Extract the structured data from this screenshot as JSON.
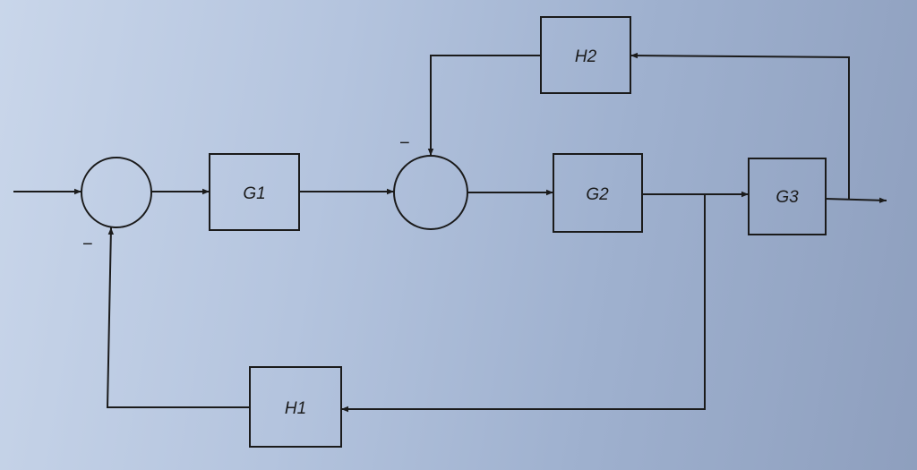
{
  "blocks": {
    "g1": "G1",
    "g2": "G2",
    "g3": "G3",
    "h1": "H1",
    "h2": "H2"
  },
  "signs": {
    "sum1_feedback": "−",
    "sum2_feedback": "−"
  }
}
